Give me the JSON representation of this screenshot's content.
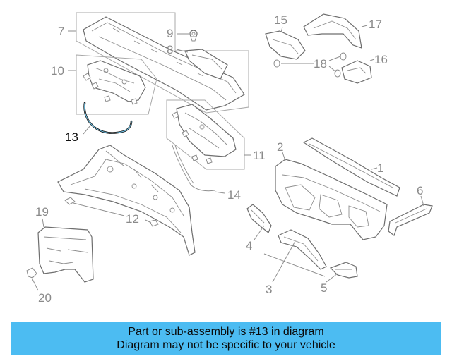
{
  "diagram": {
    "callouts": {
      "c1": "1",
      "c2": "2",
      "c3": "3",
      "c4": "4",
      "c5": "5",
      "c6": "6",
      "c7": "7",
      "c8": "8",
      "c9": "9",
      "c10": "10",
      "c11": "11",
      "c12": "12",
      "c13": "13",
      "c14": "14",
      "c15": "15",
      "c16": "16",
      "c17": "17",
      "c18": "18",
      "c19": "19",
      "c20": "20"
    },
    "highlighted_part": "13"
  },
  "banner": {
    "line1": "Part or sub-assembly is #13 in diagram",
    "line2": "Diagram may not be specific to your vehicle",
    "color": "#4cbcf2"
  }
}
